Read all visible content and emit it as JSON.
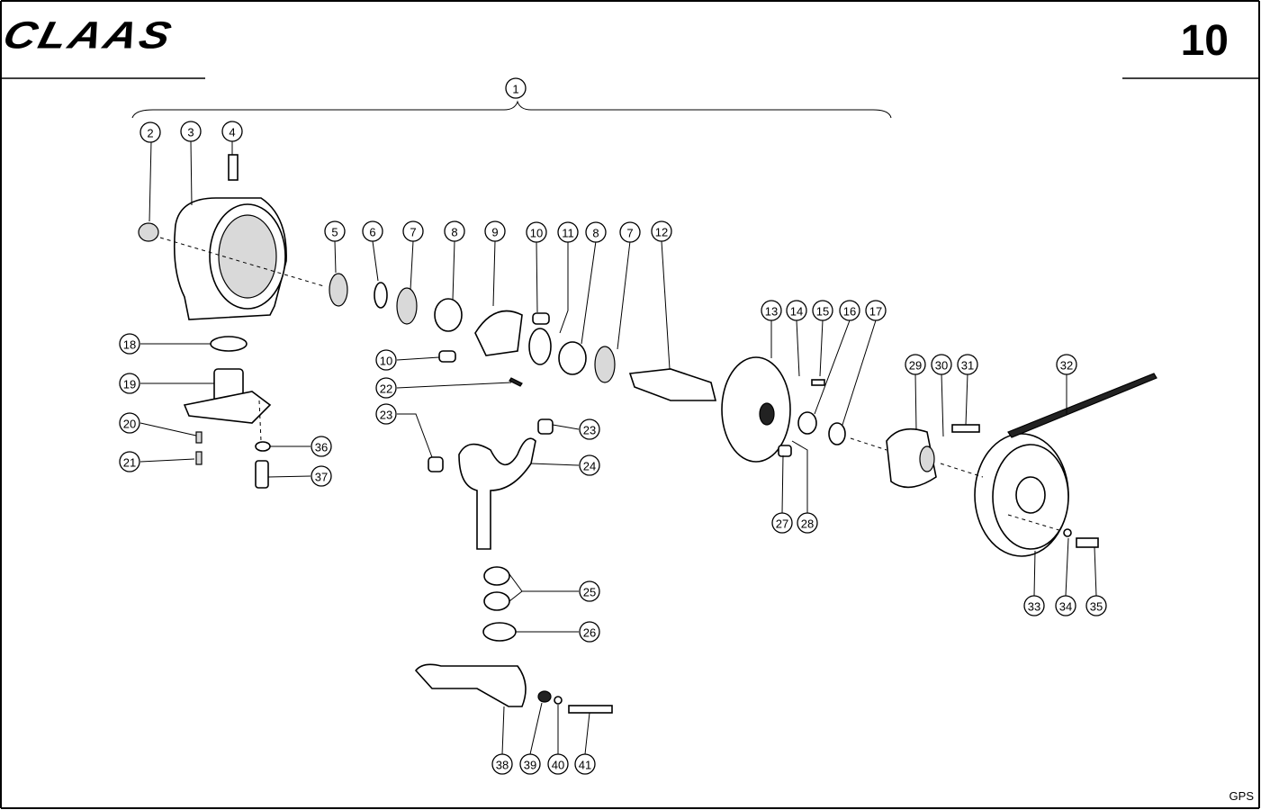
{
  "header": {
    "brand": "CLAAS",
    "page_number": "10"
  },
  "footer": {
    "code": "GPS"
  },
  "callouts": [
    {
      "id": "c1",
      "label": "1"
    },
    {
      "id": "c2",
      "label": "2"
    },
    {
      "id": "c3",
      "label": "3"
    },
    {
      "id": "c4",
      "label": "4"
    },
    {
      "id": "c5",
      "label": "5"
    },
    {
      "id": "c6",
      "label": "6"
    },
    {
      "id": "c7a",
      "label": "7"
    },
    {
      "id": "c8a",
      "label": "8"
    },
    {
      "id": "c9",
      "label": "9"
    },
    {
      "id": "c10a",
      "label": "10"
    },
    {
      "id": "c11",
      "label": "11"
    },
    {
      "id": "c8b",
      "label": "8"
    },
    {
      "id": "c7b",
      "label": "7"
    },
    {
      "id": "c12",
      "label": "12"
    },
    {
      "id": "c13",
      "label": "13"
    },
    {
      "id": "c14",
      "label": "14"
    },
    {
      "id": "c15",
      "label": "15"
    },
    {
      "id": "c16",
      "label": "16"
    },
    {
      "id": "c17",
      "label": "17"
    },
    {
      "id": "c18",
      "label": "18"
    },
    {
      "id": "c10b",
      "label": "10"
    },
    {
      "id": "c19",
      "label": "19"
    },
    {
      "id": "c22",
      "label": "22"
    },
    {
      "id": "c23a",
      "label": "23"
    },
    {
      "id": "c23b",
      "label": "23"
    },
    {
      "id": "c20",
      "label": "20"
    },
    {
      "id": "c36",
      "label": "36"
    },
    {
      "id": "c21",
      "label": "21"
    },
    {
      "id": "c37",
      "label": "37"
    },
    {
      "id": "c24",
      "label": "24"
    },
    {
      "id": "c25",
      "label": "25"
    },
    {
      "id": "c26",
      "label": "26"
    },
    {
      "id": "c27",
      "label": "27"
    },
    {
      "id": "c28",
      "label": "28"
    },
    {
      "id": "c29",
      "label": "29"
    },
    {
      "id": "c30",
      "label": "30"
    },
    {
      "id": "c31",
      "label": "31"
    },
    {
      "id": "c32",
      "label": "32"
    },
    {
      "id": "c33",
      "label": "33"
    },
    {
      "id": "c34",
      "label": "34"
    },
    {
      "id": "c35",
      "label": "35"
    },
    {
      "id": "c38",
      "label": "38"
    },
    {
      "id": "c39",
      "label": "39"
    },
    {
      "id": "c40",
      "label": "40"
    },
    {
      "id": "c41",
      "label": "41"
    }
  ]
}
